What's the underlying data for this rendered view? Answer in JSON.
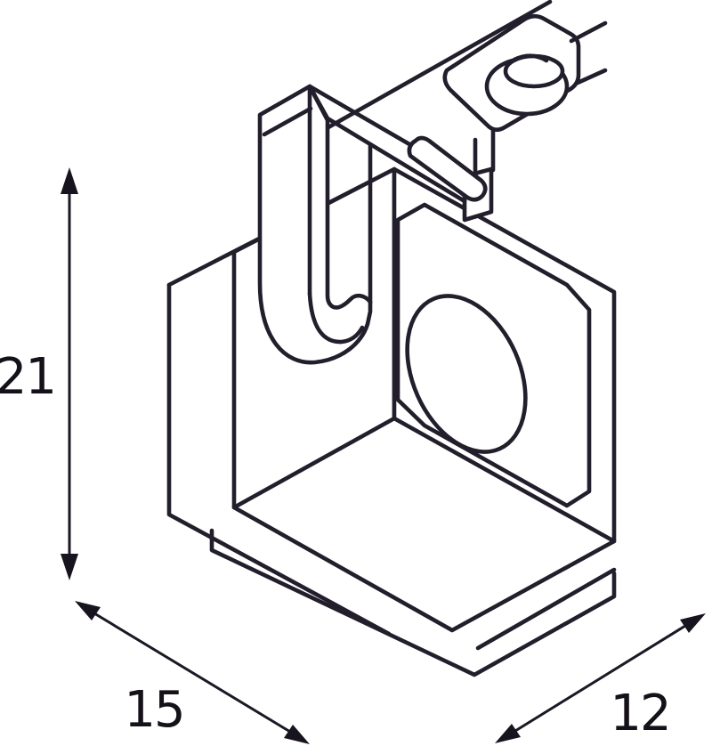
{
  "drawing": {
    "subject": "track-spotlight-luminaire-isometric-line-drawing",
    "colors": {
      "background": "#ffffff",
      "line": "#221e2b",
      "dimension_line": "#1c1824",
      "label": "#141119"
    },
    "dimensions": {
      "height": {
        "label": "21"
      },
      "depth": {
        "label": "15"
      },
      "width": {
        "label": "12"
      }
    }
  }
}
